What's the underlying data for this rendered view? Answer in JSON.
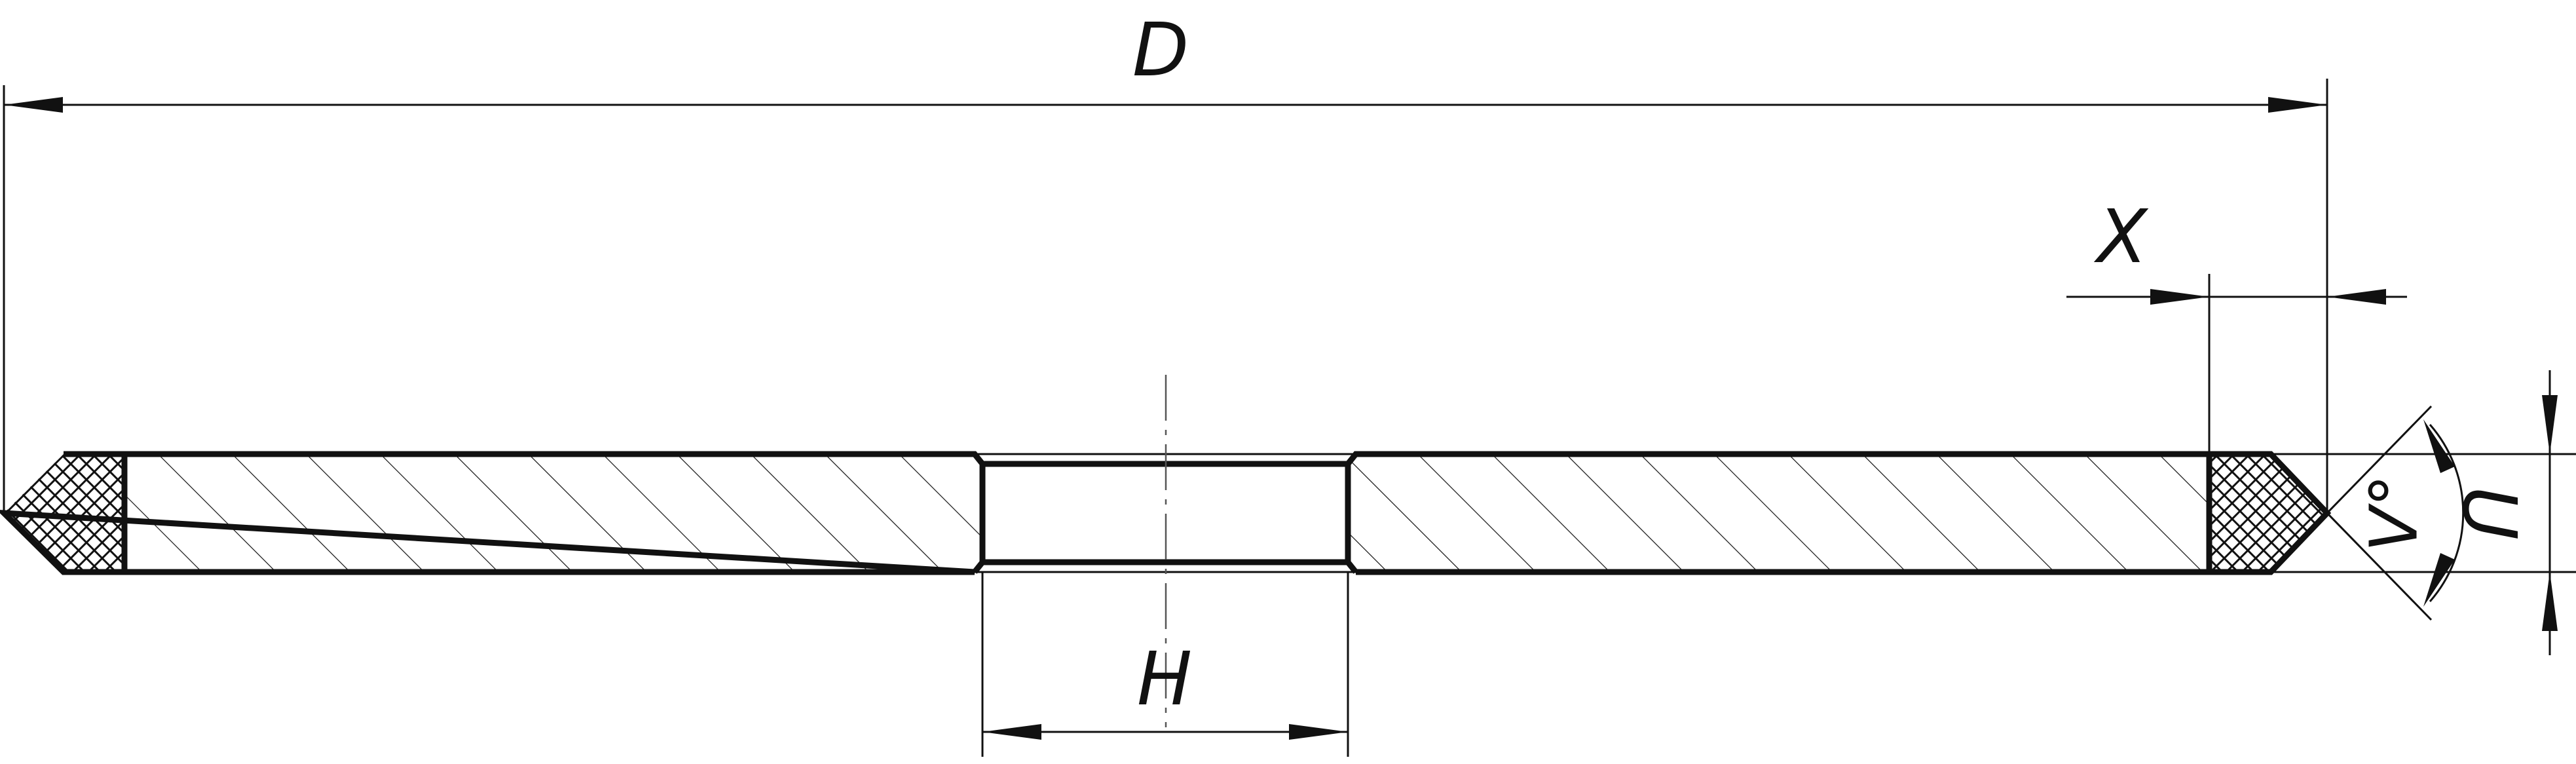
{
  "drawing": {
    "title": "",
    "line_color": "#111111",
    "background_color": "#ffffff"
  },
  "dimensions": {
    "D": "D",
    "H": "H",
    "X": "X",
    "U": "U",
    "V": "V°"
  }
}
